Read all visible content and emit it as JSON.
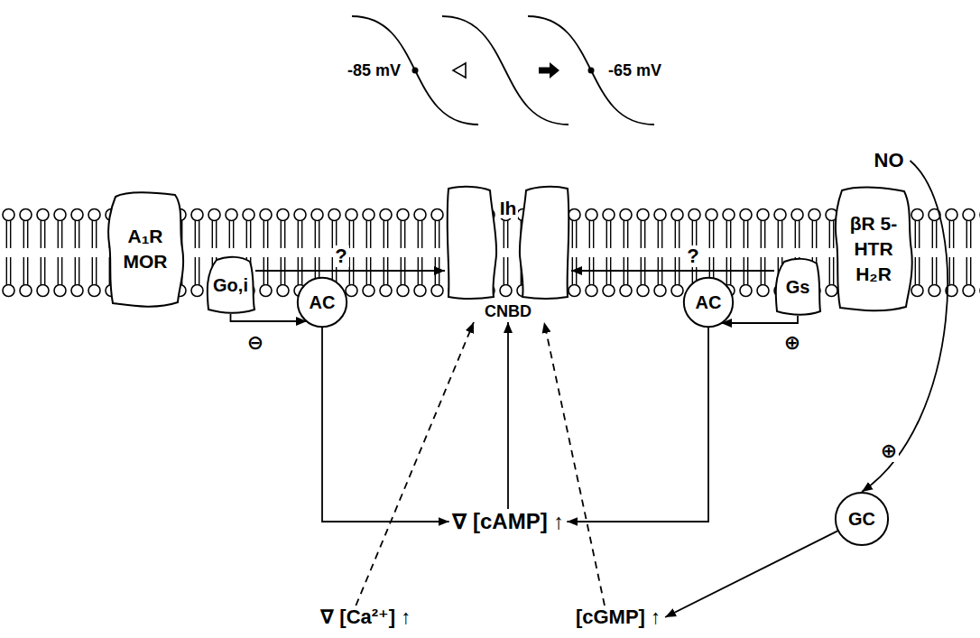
{
  "diagram": {
    "nodes": [
      {
        "text": [
          "A₁R MOR"
        ]
      },
      {
        "text": [
          "Go,i"
        ]
      },
      {
        "text": [
          "AC"
        ]
      },
      {
        "text": [
          "Ih",
          "CNBD"
        ]
      },
      {
        "text": [
          "AC"
        ]
      },
      {
        "text": [
          "Gs"
        ]
      },
      {
        "text": [
          "βR 5-HTR H₂R"
        ]
      },
      {
        "text": [
          "NO"
        ]
      },
      {
        "text": [
          "GC"
        ]
      },
      {
        "text": [
          "∇ [cAMP] ↑"
        ]
      },
      {
        "text": [
          "∇ [Ca²⁺] ↑"
        ]
      },
      {
        "text": [
          "[cGMP] ↑"
        ]
      }
    ],
    "edges": [
      {
        "from": 1,
        "to": 2,
        "arrow": "to",
        "label": "⊖"
      },
      {
        "from": 1,
        "to": 3,
        "arrow": "to",
        "label": "?"
      },
      {
        "from": 5,
        "to": 3,
        "arrow": "to",
        "label": "?"
      },
      {
        "from": 5,
        "to": 4,
        "arrow": "to",
        "label": "⊕"
      },
      {
        "from": 2,
        "to": 9,
        "arrow": "to"
      },
      {
        "from": 4,
        "to": 9,
        "arrow": "to"
      },
      {
        "from": 9,
        "to": 3,
        "arrow": "to"
      },
      {
        "from": 10,
        "to": 3,
        "arrow": "to"
      },
      {
        "from": 11,
        "to": 3,
        "arrow": "to"
      },
      {
        "from": 7,
        "to": 8,
        "arrow": "to",
        "label": "⊕"
      },
      {
        "from": 8,
        "to": 11,
        "arrow": "to"
      }
    ],
    "labels": [
      "-85 mV",
      "-65 mV"
    ]
  }
}
